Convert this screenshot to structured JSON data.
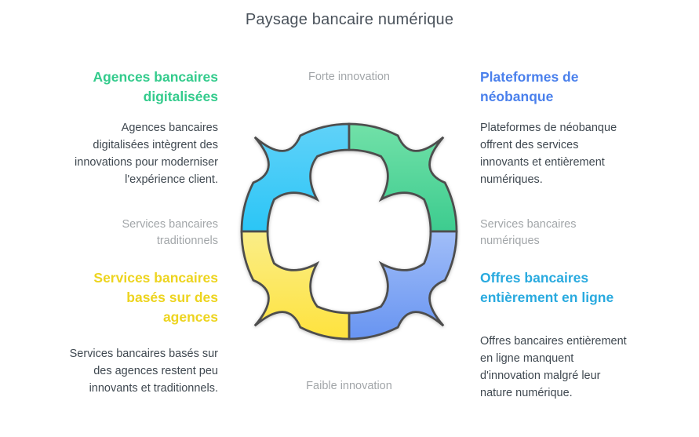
{
  "title": "Paysage bancaire numérique",
  "matrix_labels": {
    "top": "Forte innovation",
    "bottom": "Faible innovation",
    "left": "Services bancaires\ntraditionnels",
    "right": "Services bancaires\nnumériques"
  },
  "quadrants": {
    "top_left": {
      "heading": "Agences bancaires\ndigitalisées",
      "description": "Agences bancaires\ndigitalisées intègrent des\ninnovations pour moderniser\nl'expérience client.",
      "accent_color": "#33CB8C"
    },
    "top_right": {
      "heading": "Plateformes de\nnéobanque",
      "description": "Plateformes de néobanque\noffrent des services\ninnovants et entièrement\nnumériques.",
      "accent_color": "#4A80EC"
    },
    "bottom_left": {
      "heading": "Services bancaires\nbasés sur des\nagences",
      "description": "Services bancaires basés sur\ndes agences restent peu\ninnovants et traditionnels.",
      "accent_color": "#EDD41F"
    },
    "bottom_right": {
      "heading": "Offres bancaires\nentièrement en ligne",
      "description": "Offres bancaires entièrement\nen ligne manquent\nd'innovation malgré leur\nnature numérique.",
      "accent_color": "#29AADF"
    }
  },
  "figure": {
    "name": "four-segment-cycle-diagram",
    "stroke_color": "#4D4D4D",
    "segments": {
      "top_left": {
        "color_light": "#6BD4F9",
        "color_dark": "#29C5F6"
      },
      "top_right": {
        "color_light": "#7CE5AD",
        "color_dark": "#3BCB8E"
      },
      "bottom_right": {
        "color_light": "#A3BFF8",
        "color_dark": "#5C8CF0"
      },
      "bottom_left": {
        "color_light": "#FAEE8B",
        "color_dark": "#FFE02E"
      }
    }
  }
}
